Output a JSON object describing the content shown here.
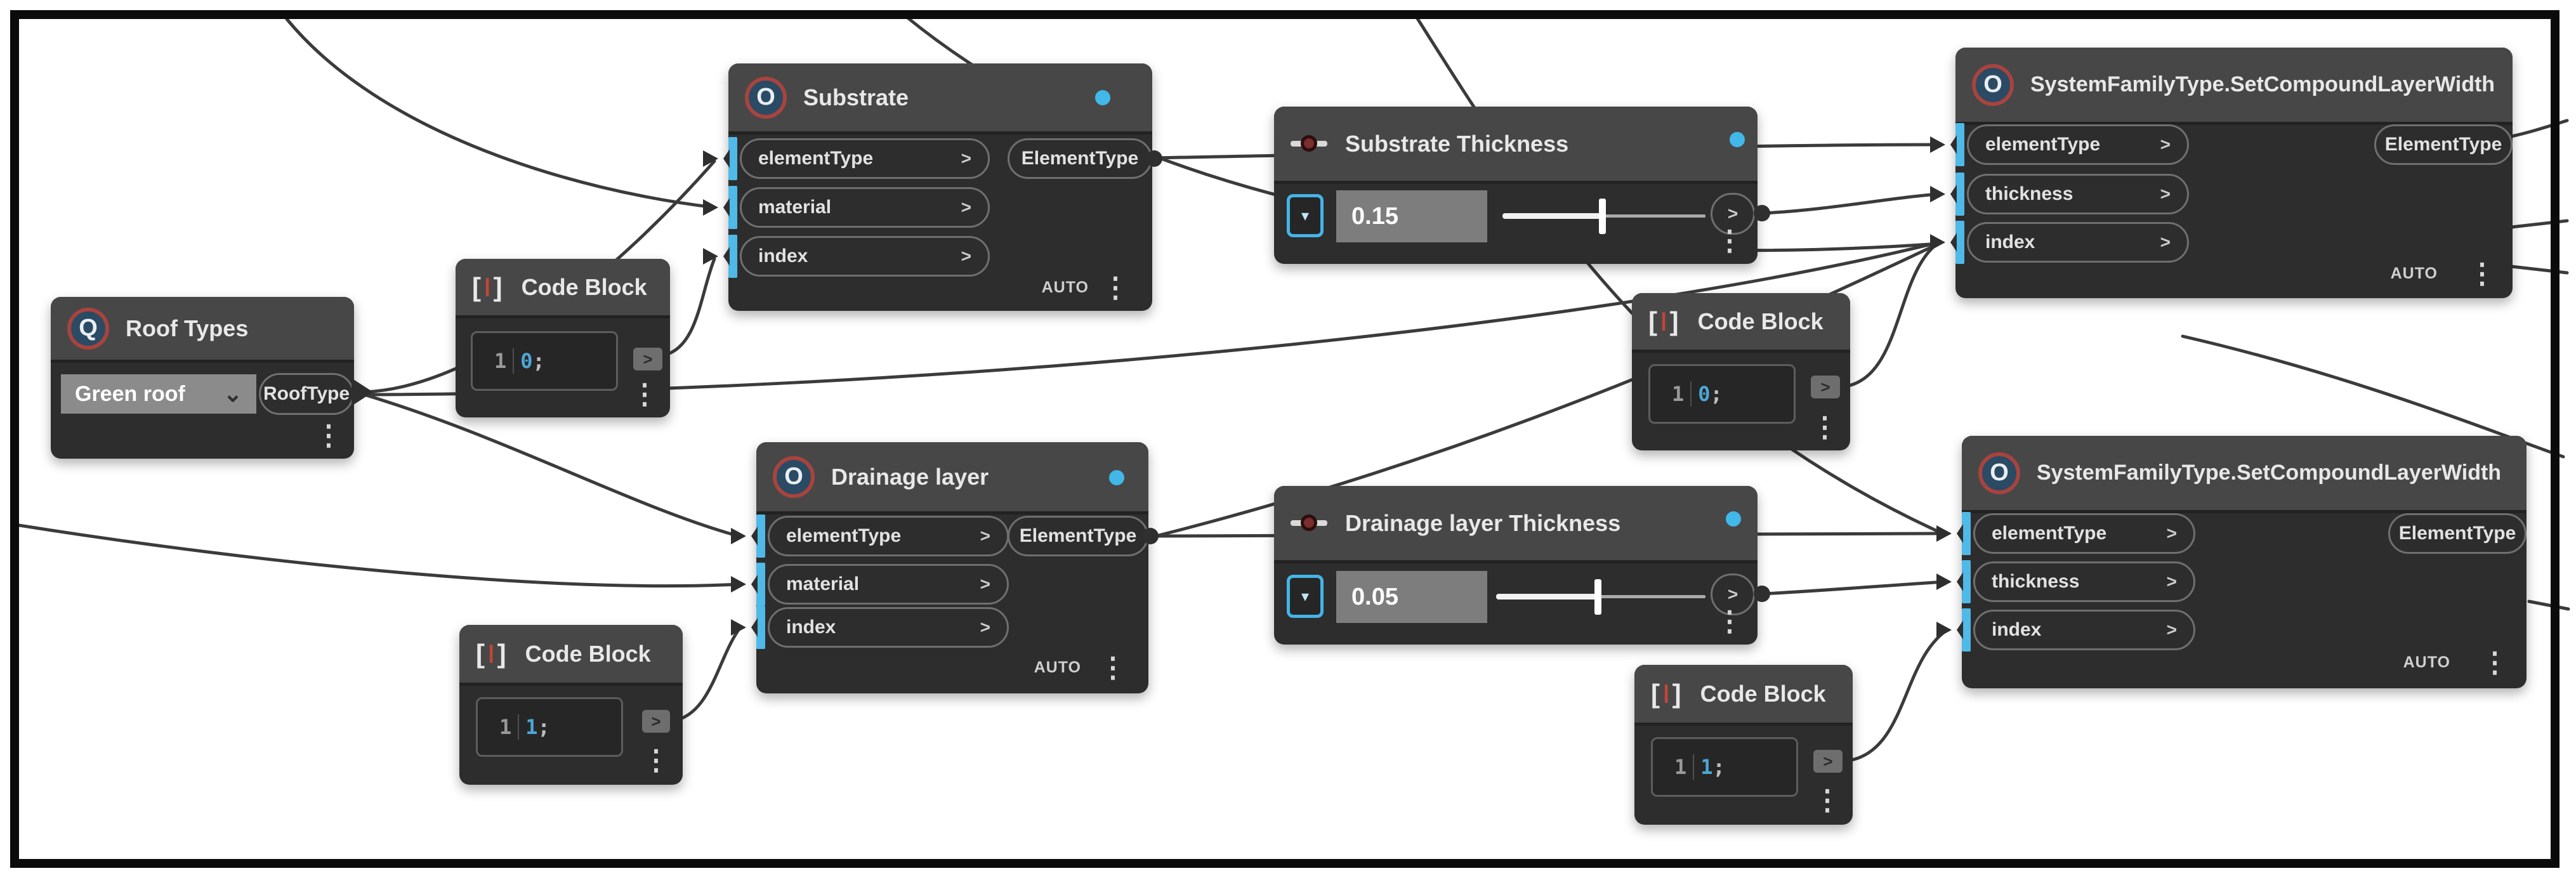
{
  "ui": {
    "port_chevron": ">",
    "menu_icon": "⋮",
    "dropdown_chevron": "⌄",
    "expand_icon": "▾",
    "accent_blue": "#45b4e8",
    "wire_color": "#3b3b3b"
  },
  "nodes": {
    "roof_types": {
      "title": "Roof Types",
      "icon_glyph": "Q",
      "dropdown_value": "Green roof",
      "output_label": "RoofType"
    },
    "substrate": {
      "title": "Substrate",
      "icon_glyph": "O",
      "inputs": [
        "elementType",
        "material",
        "index"
      ],
      "output_label": "ElementType",
      "lacing": "AUTO"
    },
    "substrate_thickness": {
      "title": "Substrate Thickness",
      "value": "0.15"
    },
    "drainage": {
      "title": "Drainage layer",
      "icon_glyph": "O",
      "inputs": [
        "elementType",
        "material",
        "index"
      ],
      "output_label": "ElementType",
      "lacing": "AUTO"
    },
    "drainage_thickness": {
      "title": "Drainage layer Thickness",
      "value": "0.05"
    },
    "set_width_top": {
      "title": "SystemFamilyType.SetCompoundLayerWidth",
      "icon_glyph": "O",
      "inputs": [
        "elementType",
        "thickness",
        "index"
      ],
      "output_label": "ElementType",
      "lacing": "AUTO"
    },
    "set_width_bottom": {
      "title": "SystemFamilyType.SetCompoundLayerWidth",
      "icon_glyph": "O",
      "inputs": [
        "elementType",
        "thickness",
        "index"
      ],
      "output_label": "ElementType",
      "lacing": "AUTO"
    },
    "code_block_substrate_index": {
      "title": "Code Block",
      "bracket_open": "[",
      "bracket_bar": "I",
      "bracket_close": "]",
      "line_number": "1",
      "code_value": "0",
      "code_suffix": ";"
    },
    "code_block_top_index": {
      "title": "Code Block",
      "bracket_open": "[",
      "bracket_bar": "I",
      "bracket_close": "]",
      "line_number": "1",
      "code_value": "0",
      "code_suffix": ";"
    },
    "code_block_drainage_index": {
      "title": "Code Block",
      "bracket_open": "[",
      "bracket_bar": "I",
      "bracket_close": "]",
      "line_number": "1",
      "code_value": "1",
      "code_suffix": ";"
    },
    "code_block_bottom_index": {
      "title": "Code Block",
      "bracket_open": "[",
      "bracket_bar": "I",
      "bracket_close": "]",
      "line_number": "1",
      "code_value": "1",
      "code_suffix": ";"
    }
  }
}
